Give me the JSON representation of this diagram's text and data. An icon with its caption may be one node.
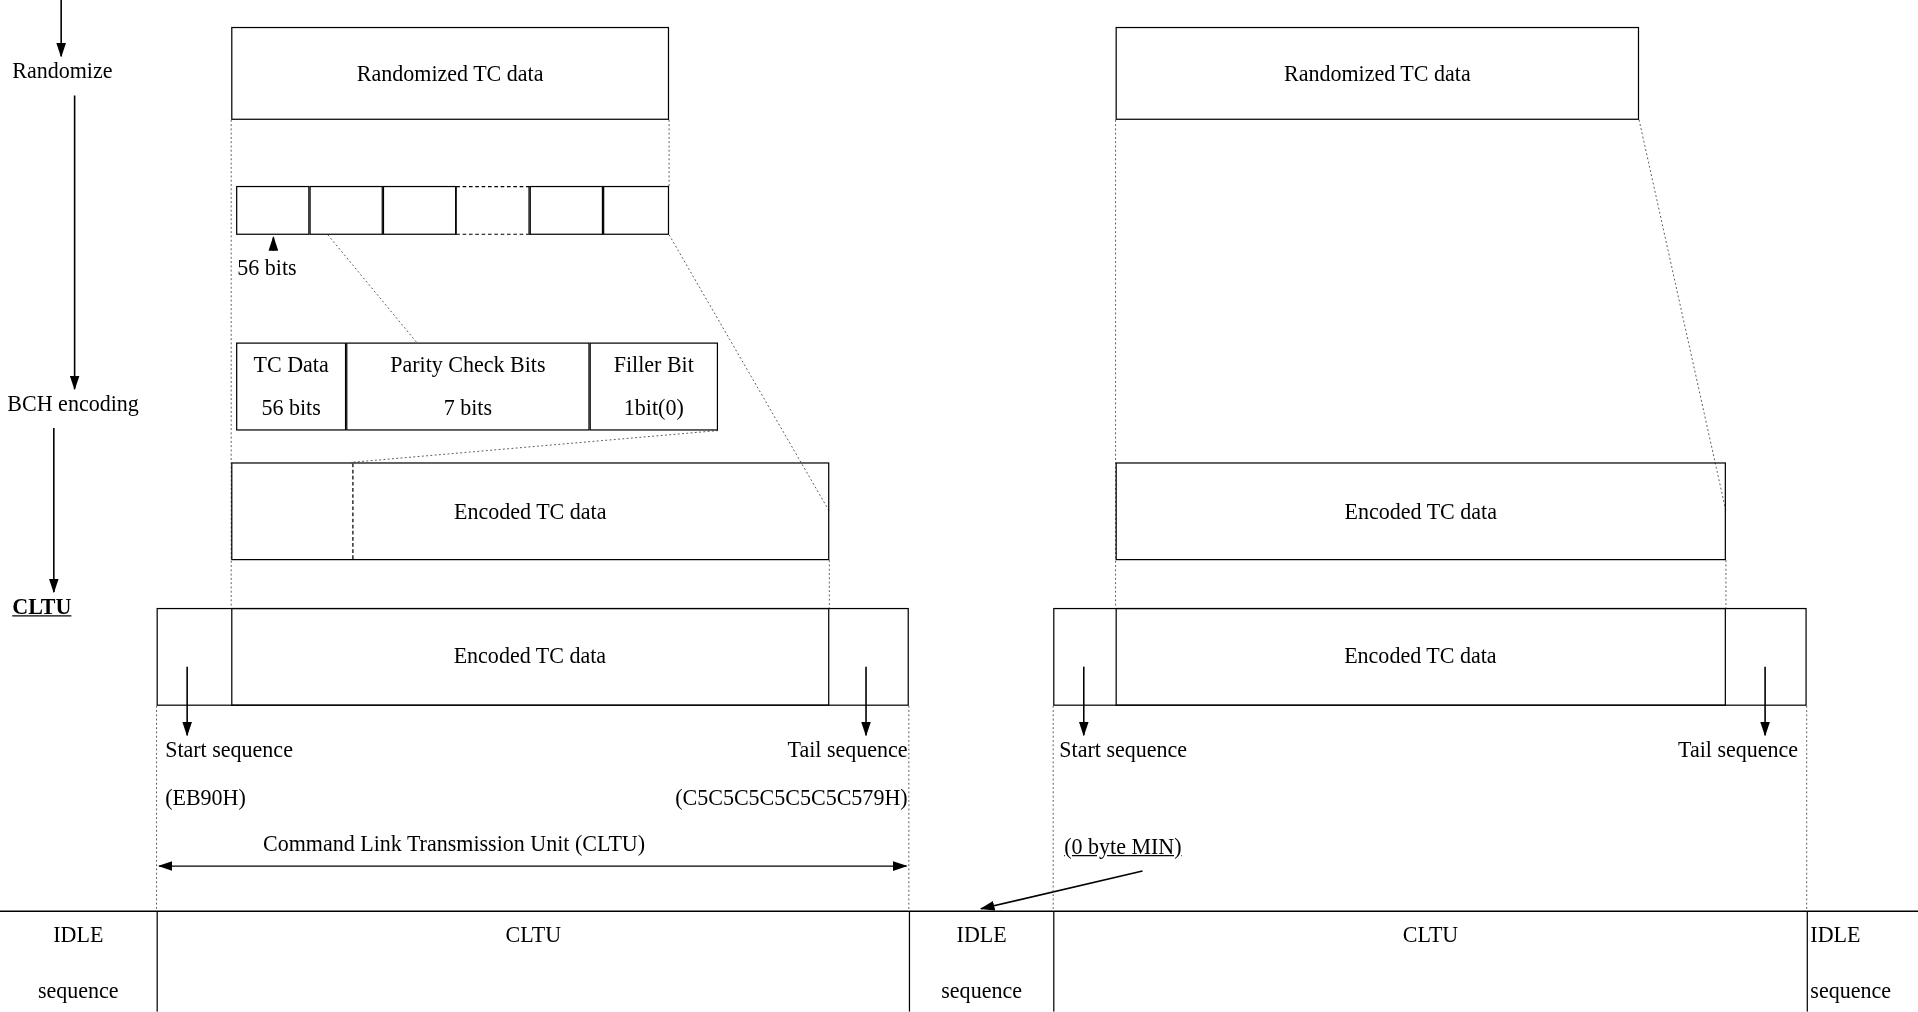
{
  "diagram": {
    "nodes": [
      {
        "text": [
          "Randomize"
        ]
      },
      {
        "text": [
          "Randomized TC data"
        ]
      },
      {
        "text": [
          "Randomized TC data"
        ]
      },
      {
        "text": [],
        "shape": "box"
      },
      {
        "text": [],
        "shape": "box"
      },
      {
        "text": [],
        "shape": "box"
      },
      {
        "text": [],
        "shape": "box"
      },
      {
        "text": [],
        "shape": "box"
      },
      {
        "text": [],
        "shape": "box"
      },
      {
        "text": [
          "56 bits"
        ]
      },
      {
        "text": [
          "BCH encoding"
        ]
      },
      {
        "text": [
          "TC Data",
          "56 bits"
        ]
      },
      {
        "text": [
          "Parity Check Bits",
          "7 bits"
        ]
      },
      {
        "text": [
          "Filler Bit",
          "1bit(0)"
        ]
      },
      {
        "text": [
          "Encoded TC data"
        ]
      },
      {
        "text": [
          "Encoded TC data"
        ]
      },
      {
        "text": [
          "CLTU"
        ]
      },
      {
        "text": [],
        "shape": "box"
      },
      {
        "text": [
          "Encoded TC data"
        ],
        "in": 17
      },
      {
        "text": [],
        "shape": "box"
      },
      {
        "text": [
          "Encoded TC data"
        ],
        "in": 19
      },
      {
        "text": [
          "Start sequence",
          "(EB90H)"
        ]
      },
      {
        "text": [
          "Tail sequence",
          "(C5C5C5C5C5C5C579H)"
        ]
      },
      {
        "text": [
          "Start sequence"
        ]
      },
      {
        "text": [
          "Tail sequence"
        ]
      },
      {
        "text": [
          "(0 byte MIN)"
        ]
      },
      {
        "text": [
          "IDLE sequence"
        ]
      },
      {
        "text": [
          "CLTU"
        ]
      },
      {
        "text": [
          "IDLE sequence"
        ]
      },
      {
        "text": [
          "CLTU"
        ]
      },
      {
        "text": [
          "IDLE sequence"
        ]
      }
    ],
    "edges": [
      {
        "from": null,
        "to": 0,
        "arrow": "to"
      },
      {
        "from": 0,
        "to": 10,
        "arrow": "to"
      },
      {
        "from": 10,
        "to": 16,
        "arrow": "to"
      },
      {
        "from": 9,
        "to": 3,
        "arrow": "to"
      },
      {
        "from": null,
        "to": 21,
        "arrow": "to"
      },
      {
        "from": null,
        "to": 22,
        "arrow": "to"
      },
      {
        "from": null,
        "to": 23,
        "arrow": "to"
      },
      {
        "from": null,
        "to": 24,
        "arrow": "to"
      },
      {
        "from": 25,
        "to": 28,
        "arrow": "to"
      },
      {
        "from": 1,
        "to": 18,
        "arrow": "none",
        "style": "dashed"
      },
      {
        "from": 1,
        "to": 8,
        "arrow": "none",
        "style": "dashed"
      },
      {
        "from": 4,
        "to": 12,
        "arrow": "none",
        "style": "dashed"
      },
      {
        "from": 8,
        "to": 14,
        "arrow": "none",
        "style": "dashed"
      },
      {
        "from": 13,
        "to": 14,
        "arrow": "none",
        "style": "dashed"
      },
      {
        "from": 14,
        "to": 18,
        "arrow": "none",
        "style": "dashed"
      },
      {
        "from": 2,
        "to": 20,
        "arrow": "none",
        "style": "dashed"
      },
      {
        "from": 2,
        "to": 15,
        "arrow": "none",
        "style": "dashed"
      },
      {
        "from": 15,
        "to": 20,
        "arrow": "none",
        "style": "dashed"
      },
      {
        "from": 17,
        "to": 27,
        "arrow": "none",
        "style": "dashed"
      },
      {
        "from": 17,
        "to": 28,
        "arrow": "none",
        "style": "dashed"
      },
      {
        "from": 19,
        "to": 28,
        "arrow": "none",
        "style": "dashed"
      },
      {
        "from": 19,
        "to": 30,
        "arrow": "none",
        "style": "dashed"
      }
    ],
    "labels": [
      "Command Link Transmission Unit (CLTU)"
    ]
  }
}
